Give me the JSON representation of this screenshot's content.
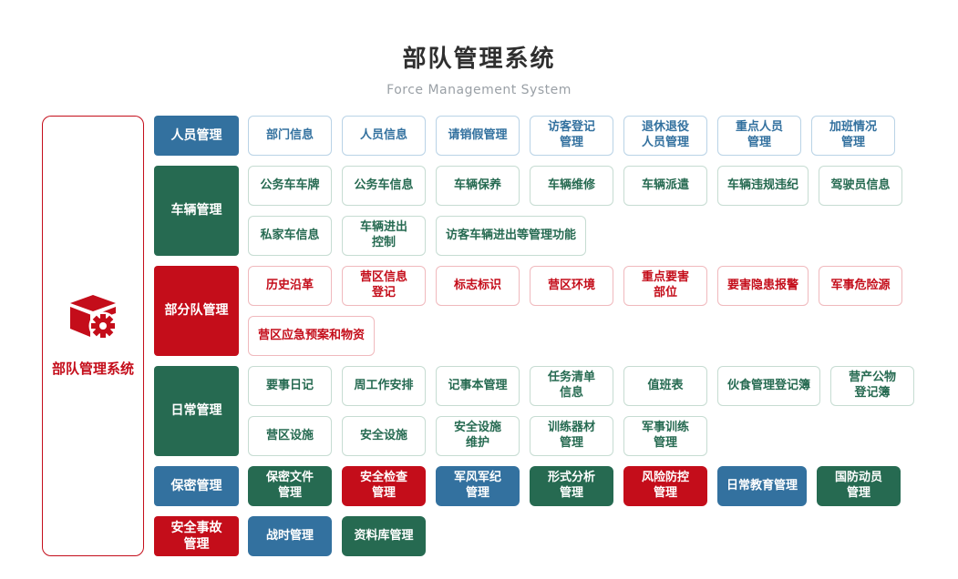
{
  "header": {
    "title": "部队管理系统",
    "subtitle": "Force Management System"
  },
  "sidebar": {
    "label": "部队管理系统",
    "icon": "cube-gear-icon"
  },
  "colors": {
    "blue": "#33719f",
    "green": "#266a51",
    "red": "#c40d1a",
    "outline_blue_border": "#b9d3e6",
    "outline_green_border": "#c6dcd2",
    "outline_red_border": "#f0b9bd",
    "title_text": "#2f2f2f",
    "subtitle_text": "#9aa0a6"
  },
  "rows": [
    {
      "category": {
        "label": "人员管理",
        "color": "blue"
      },
      "style": "outline",
      "theme": "blue",
      "lines": [
        [
          {
            "label": "部门信息"
          },
          {
            "label": "人员信息"
          },
          {
            "label": "请销假管理"
          },
          {
            "label": "访客登记\n管理"
          },
          {
            "label": "退休退役\n人员管理"
          },
          {
            "label": "重点人员\n管理"
          },
          {
            "label": "加班情况\n管理"
          }
        ]
      ]
    },
    {
      "category": {
        "label": "车辆管理",
        "color": "green"
      },
      "style": "outline",
      "theme": "green",
      "lines": [
        [
          {
            "label": "公务车车牌"
          },
          {
            "label": "公务车信息"
          },
          {
            "label": "车辆保养"
          },
          {
            "label": "车辆维修"
          },
          {
            "label": "车辆派遣"
          },
          {
            "label": "车辆违规违纪"
          },
          {
            "label": "驾驶员信息"
          }
        ],
        [
          {
            "label": "私家车信息"
          },
          {
            "label": "车辆进出\n控制"
          },
          {
            "label": "访客车辆进出等管理功能"
          }
        ]
      ]
    },
    {
      "category": {
        "label": "部分队管理",
        "color": "red"
      },
      "style": "outline",
      "theme": "red",
      "lines": [
        [
          {
            "label": "历史沿革"
          },
          {
            "label": "营区信息\n登记"
          },
          {
            "label": "标志标识"
          },
          {
            "label": "营区环境"
          },
          {
            "label": "重点要害\n部位"
          },
          {
            "label": "要害隐患报警"
          },
          {
            "label": "军事危险源"
          }
        ],
        [
          {
            "label": "营区应急预案和物资"
          }
        ]
      ]
    },
    {
      "category": {
        "label": "日常管理",
        "color": "green"
      },
      "style": "outline",
      "theme": "green",
      "lines": [
        [
          {
            "label": "要事日记"
          },
          {
            "label": "周工作安排"
          },
          {
            "label": "记事本管理"
          },
          {
            "label": "任务清单\n信息"
          },
          {
            "label": "值班表"
          },
          {
            "label": "伙食管理登记簿"
          },
          {
            "label": "营产公物\n登记簿"
          }
        ],
        [
          {
            "label": "营区设施"
          },
          {
            "label": "安全设施"
          },
          {
            "label": "安全设施\n维护"
          },
          {
            "label": "训练器材\n管理"
          },
          {
            "label": "军事训练\n管理"
          }
        ]
      ]
    },
    {
      "category": {
        "label": "保密管理",
        "color": "blue"
      },
      "style": "solid",
      "lines": [
        [
          {
            "label": "保密文件\n管理",
            "color": "green"
          },
          {
            "label": "安全检查\n管理",
            "color": "red"
          },
          {
            "label": "军风军纪\n管理",
            "color": "blue"
          },
          {
            "label": "形式分析\n管理",
            "color": "green"
          },
          {
            "label": "风险防控\n管理",
            "color": "red"
          },
          {
            "label": "日常教育管理",
            "color": "blue"
          },
          {
            "label": "国防动员\n管理",
            "color": "green"
          }
        ]
      ]
    },
    {
      "category": {
        "label": "安全事故\n管理",
        "color": "red"
      },
      "style": "solid",
      "lines": [
        [
          {
            "label": "战时管理",
            "color": "blue"
          },
          {
            "label": "资料库管理",
            "color": "green"
          }
        ]
      ]
    }
  ]
}
